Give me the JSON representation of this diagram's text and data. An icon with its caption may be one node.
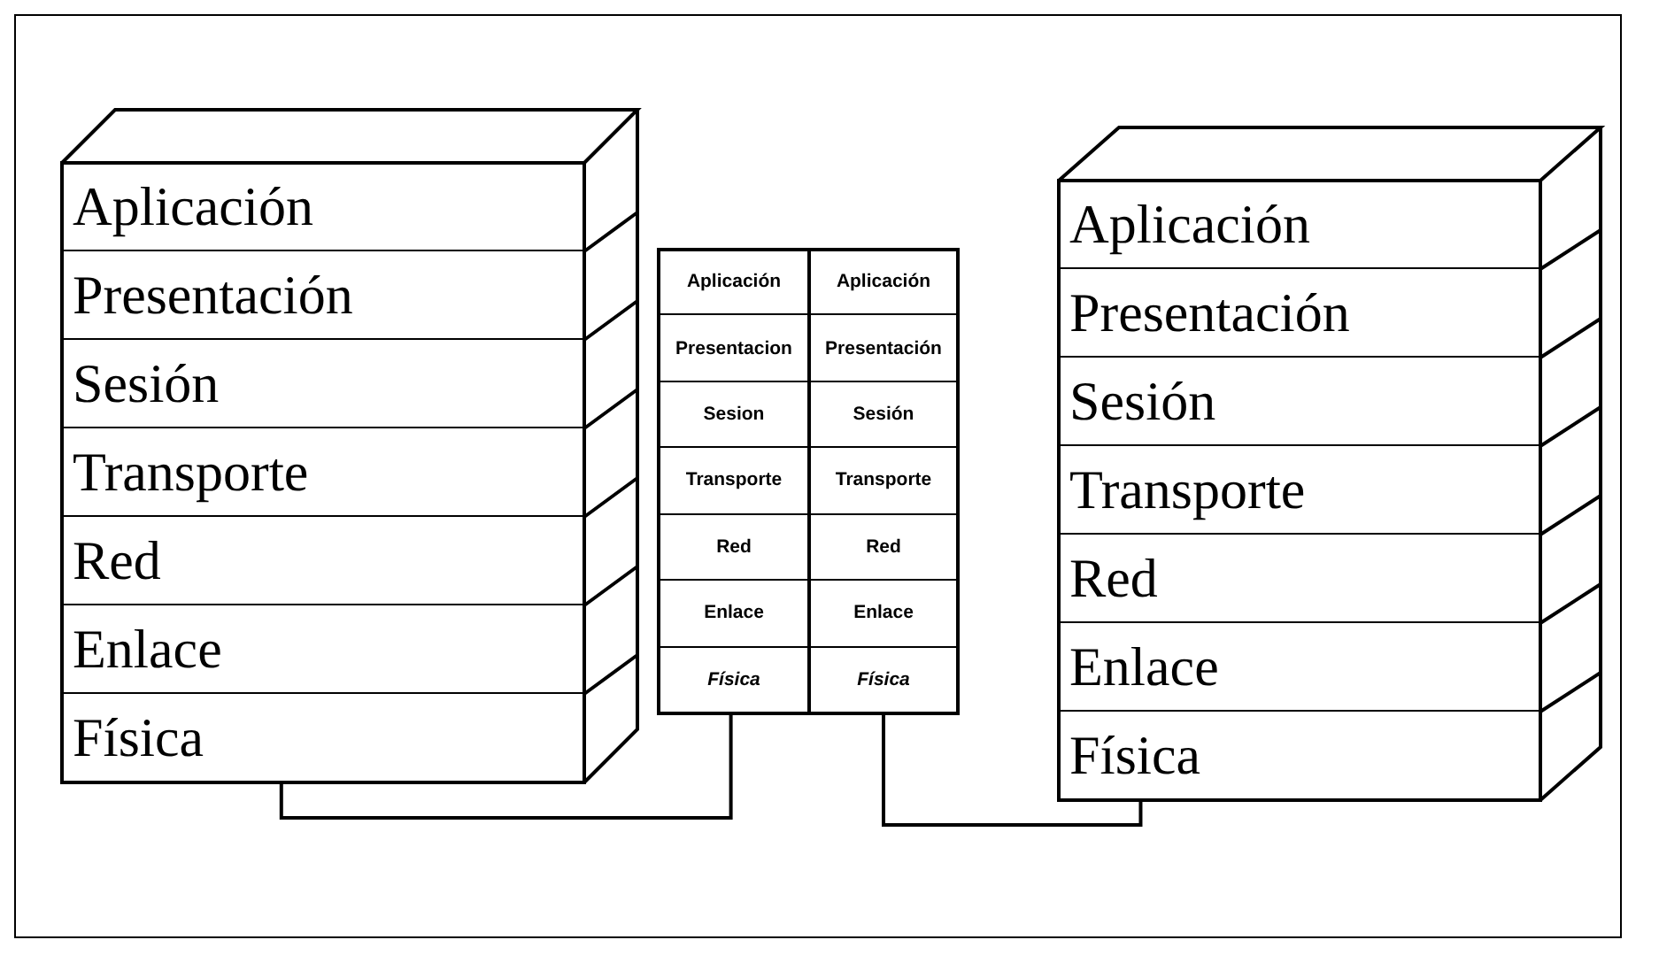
{
  "diagram": {
    "nodes": [
      {
        "text": [],
        "shape": "box"
      },
      {
        "text": [
          "Aplicación"
        ],
        "in": 0
      },
      {
        "text": [
          "Presentación"
        ],
        "in": 0
      },
      {
        "text": [
          "Sesión"
        ],
        "in": 0
      },
      {
        "text": [
          "Transporte"
        ],
        "in": 0
      },
      {
        "text": [
          "Red"
        ],
        "in": 0
      },
      {
        "text": [
          "Enlace"
        ],
        "in": 0
      },
      {
        "text": [
          "Física"
        ],
        "in": 0
      },
      {
        "text": [],
        "shape": "box"
      },
      {
        "text": [
          "Aplicación"
        ],
        "in": 8
      },
      {
        "text": [
          "Presentacion"
        ],
        "in": 8
      },
      {
        "text": [
          "Sesion"
        ],
        "in": 8
      },
      {
        "text": [
          "Transporte"
        ],
        "in": 8
      },
      {
        "text": [
          "Red"
        ],
        "in": 8
      },
      {
        "text": [
          "Enlace"
        ],
        "in": 8
      },
      {
        "text": [
          "Física"
        ],
        "in": 8
      },
      {
        "text": [],
        "shape": "box"
      },
      {
        "text": [
          "Aplicación"
        ],
        "in": 16
      },
      {
        "text": [
          "Presentación"
        ],
        "in": 16
      },
      {
        "text": [
          "Sesión"
        ],
        "in": 16
      },
      {
        "text": [
          "Transporte"
        ],
        "in": 16
      },
      {
        "text": [
          "Red"
        ],
        "in": 16
      },
      {
        "text": [
          "Enlace"
        ],
        "in": 16
      },
      {
        "text": [
          "Física"
        ],
        "in": 16
      },
      {
        "text": [],
        "shape": "box"
      },
      {
        "text": [
          "Aplicación"
        ],
        "in": 24
      },
      {
        "text": [
          "Presentación"
        ],
        "in": 24
      },
      {
        "text": [
          "Sesión"
        ],
        "in": 24
      },
      {
        "text": [
          "Transporte"
        ],
        "in": 24
      },
      {
        "text": [
          "Red"
        ],
        "in": 24
      },
      {
        "text": [
          "Enlace"
        ],
        "in": 24
      },
      {
        "text": [
          "Física"
        ],
        "in": 24
      }
    ],
    "edges": [
      {
        "from": 0,
        "to": 8,
        "arrow": "none"
      },
      {
        "from": 16,
        "to": 24,
        "arrow": "none"
      }
    ]
  }
}
